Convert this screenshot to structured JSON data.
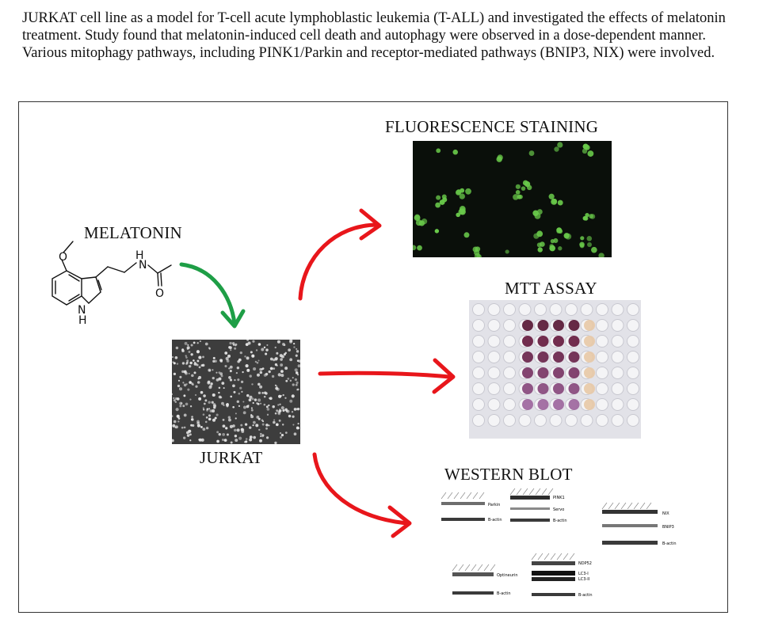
{
  "intro_text": "JURKAT cell line as a model for T-cell acute lymphoblastic leukemia (T-ALL) and investigated the effects of melatonin treatment. Study found that melatonin-induced cell death and autophagy were observed in a dose-dependent manner. Various mitophagy pathways, including PINK1/Parkin and receptor-mediated pathways (BNIP3, NIX) were involved.",
  "labels": {
    "melatonin": "MELATONIN",
    "jurkat": "JURKAT",
    "fluorescence": "FLUORESCENCE STAINING",
    "mtt": "MTT ASSAY",
    "western": "WESTERN BLOT"
  },
  "molecule_atoms": {
    "o_ether": "O",
    "nh_amide_h": "H",
    "nh_amide_n": "N",
    "o_carbonyl": "O",
    "indole_n": "N",
    "indole_h": "H"
  },
  "blot_labels": {
    "b1": [
      "Parkin",
      "B-actin"
    ],
    "b2": [
      "PINK1",
      "Servo",
      "B-actin"
    ],
    "b3": [
      "NIX",
      "BNIP3",
      "B-actin"
    ],
    "b4": [
      "Optineurin",
      "B-actin"
    ],
    "b5": [
      "NDP52",
      "LC3-I",
      "LC3-II",
      "B-actin"
    ]
  },
  "colors": {
    "arrow_red": "#e8161b",
    "arrow_green": "#1e9e46",
    "frame": "#333333"
  }
}
